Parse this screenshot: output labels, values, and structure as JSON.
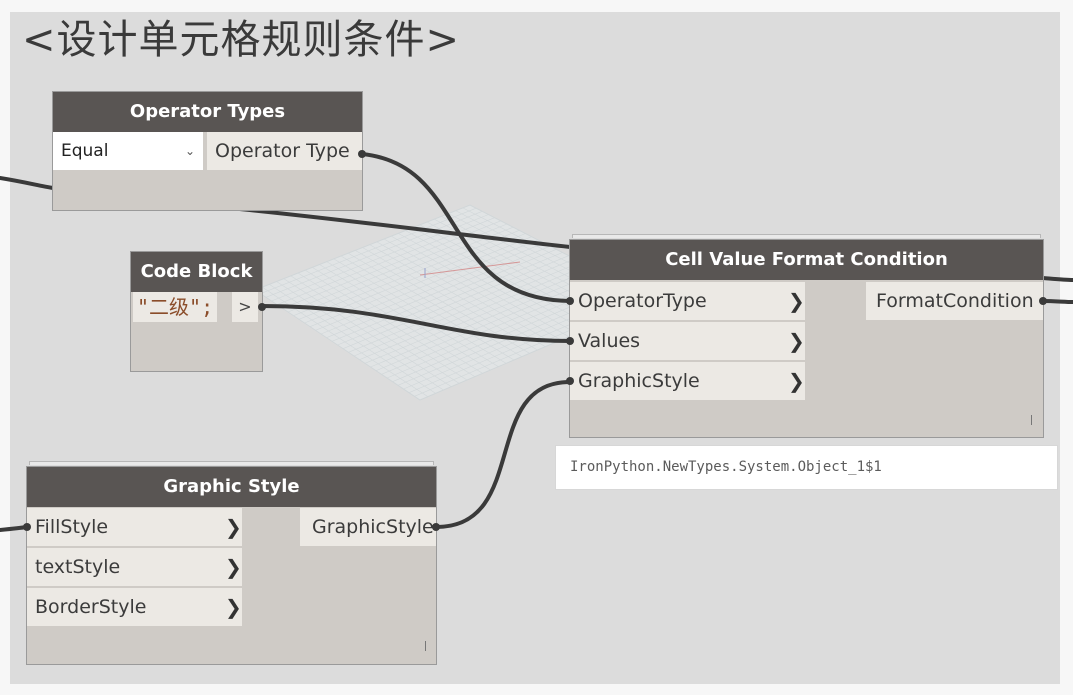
{
  "title": "<设计单元格规则条件>",
  "colors": {
    "canvas": "#dcdcdc",
    "node_header": "#595553",
    "node_body": "#cfcbc6",
    "port_row": "#ece9e4",
    "wire": "#3a3a3a",
    "code_string": "#8b4d2a"
  },
  "nodes": {
    "operator_types": {
      "title": "Operator Types",
      "dropdown_value": "Equal",
      "dropdown_icon": "chevron-down-icon",
      "output_label": "Operator Type"
    },
    "code_block": {
      "title": "Code Block",
      "code": "\"二级\";",
      "output_label": ">"
    },
    "cell_value_format_condition": {
      "title": "Cell Value Format Condition",
      "inputs": [
        "OperatorType",
        "Values",
        "GraphicStyle"
      ],
      "output_label": "FormatCondition",
      "preview": "IronPython.NewTypes.System.Object_1$1"
    },
    "graphic_style": {
      "title": "Graphic Style",
      "inputs": [
        "FillStyle",
        "textStyle",
        "BorderStyle"
      ],
      "output_label": "GraphicStyle"
    }
  },
  "icons": {
    "input_arrow": "chevron-right-icon",
    "resize": "resize-grip-icon"
  }
}
